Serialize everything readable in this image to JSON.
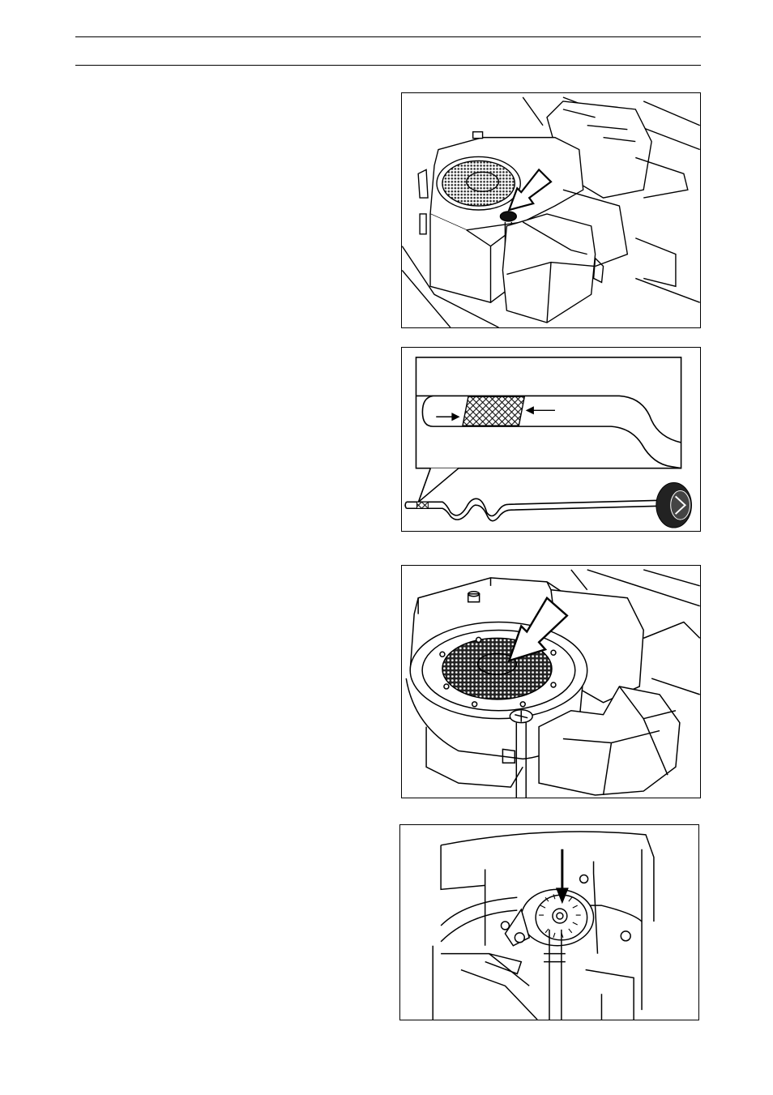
{
  "page": {
    "header_rules": 2,
    "figures": [
      {
        "id": "fig-1",
        "subject": "engine-top-dipstick-location",
        "arrow": true
      },
      {
        "id": "fig-2",
        "subject": "dipstick-oil-level-marks",
        "arrow": true
      },
      {
        "id": "fig-3",
        "subject": "air-intake-screen",
        "arrow": true
      },
      {
        "id": "fig-4",
        "subject": "fuel-pump-detail",
        "arrow": true
      }
    ]
  },
  "colors": {
    "line": "#000000",
    "paper": "#ffffff",
    "mesh": "#222222"
  }
}
